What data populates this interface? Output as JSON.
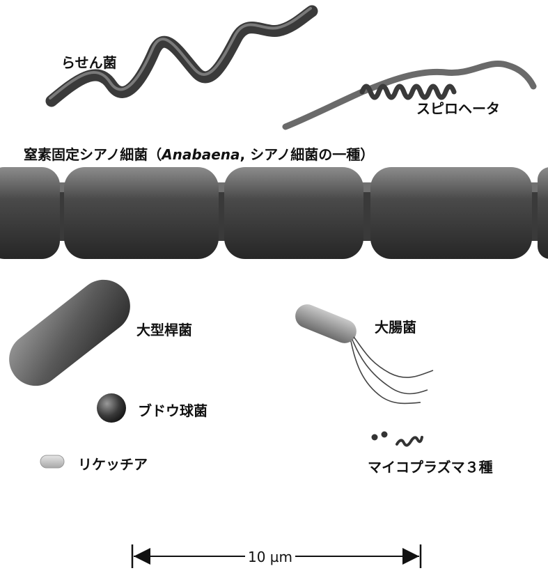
{
  "labels": {
    "spirillum": "らせん菌",
    "spirochete": "スピロヘータ",
    "anabaena_prefix": "窒素固定シアノ細菌（",
    "anabaena_italic": "Anabaena",
    "anabaena_suffix": ", シアノ細菌の一種）",
    "large_bacillus": "大型桿菌",
    "ecoli": "大腸菌",
    "staphylococcus": "ブドウ球菌",
    "rickettsia": "リケッチア",
    "mycoplasma": "マイコプラズマ３種"
  },
  "scale_bar": {
    "label": "10 µm"
  },
  "colors": {
    "cell_dark": "#2a2a2a",
    "cell_mid": "#6a6a6a",
    "cell_light": "#bdbdbd",
    "background": "#ffffff"
  }
}
